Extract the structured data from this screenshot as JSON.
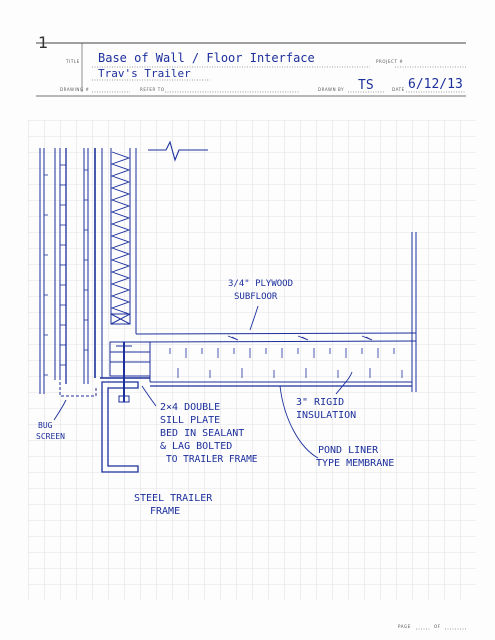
{
  "sheet_number": "1",
  "header": {
    "title_label": "TITLE",
    "project_label": "PROJECT #",
    "drawing_label": "DRAWING #",
    "refer_label": "REFER TO",
    "drawn_by_label": "DRAWN BY",
    "date_label": "DATE",
    "title_line1": "Base of Wall / Floor Interface",
    "title_line2": "Trav's Trailer",
    "drawn_by": "TS",
    "date": "6/12/13"
  },
  "footer": {
    "page_label": "PAGE",
    "of_label": "OF"
  },
  "annotations": {
    "subfloor_1": "3/4\" PLYWOOD",
    "subfloor_2": "SUBFLOOR",
    "bug_1": "BUG",
    "bug_2": "SCREEN",
    "sill_1": "2×4 DOUBLE",
    "sill_2": "SILL PLATE",
    "sill_3": "BED IN SEALANT",
    "sill_4": "& LAG BOLTED",
    "sill_5": "TO TRAILER FRAME",
    "rigid_1": "3\" RIGID",
    "rigid_2": "INSULATION",
    "pond_1": "POND LINER",
    "pond_2": "TYPE MEMBRANE",
    "frame_1": "STEEL TRAILER",
    "frame_2": "FRAME"
  },
  "colors": {
    "ink": "#1c2f9c",
    "grid": "#c9ccd6",
    "print": "#444444"
  }
}
